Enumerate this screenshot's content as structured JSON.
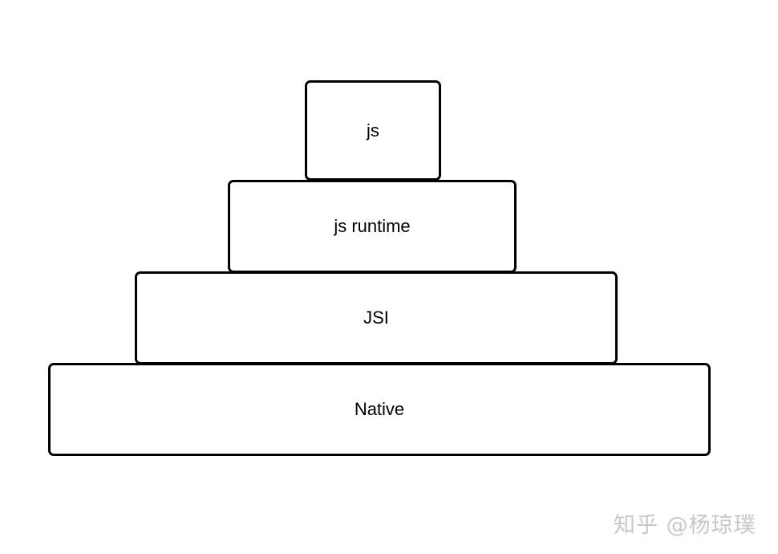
{
  "diagram": {
    "type": "layered-pyramid",
    "layers": [
      {
        "label": "js",
        "level": 1
      },
      {
        "label": "js runtime",
        "level": 2
      },
      {
        "label": "JSI",
        "level": 3
      },
      {
        "label": "Native",
        "level": 4
      }
    ],
    "colors": {
      "border": "#000000",
      "fill": "#ffffff",
      "background": "#ffffff"
    }
  },
  "watermark": "知乎 @杨琼璞"
}
